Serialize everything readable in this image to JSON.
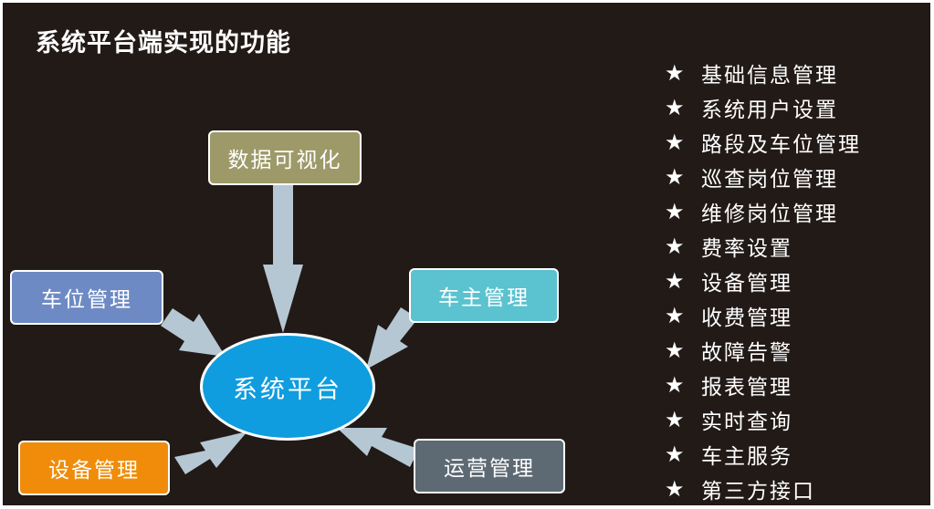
{
  "title": "系统平台端实现的功能",
  "center": {
    "label": "系统平台",
    "color": "#0f9ddf"
  },
  "nodes": [
    {
      "id": "data-visualization",
      "label": "数据可视化",
      "color": "#9d9969"
    },
    {
      "id": "parking-management",
      "label": "车位管理",
      "color": "#6d8ac4"
    },
    {
      "id": "owner-management",
      "label": "车主管理",
      "color": "#5bc2cf"
    },
    {
      "id": "device-management",
      "label": "设备管理",
      "color": "#f08c0a"
    },
    {
      "id": "operation-management",
      "label": "运营管理",
      "color": "#5d6a73"
    }
  ],
  "arrow_color": "#b5c7d2",
  "feature_list": {
    "bullet": "★",
    "items": [
      "基础信息管理",
      "系统用户设置",
      "路段及车位管理",
      "巡查岗位管理",
      "维修岗位管理",
      "费率设置",
      "设备管理",
      "收费管理",
      "故障告警",
      "报表管理",
      "实时查询",
      "车主服务",
      "第三方接口"
    ]
  }
}
